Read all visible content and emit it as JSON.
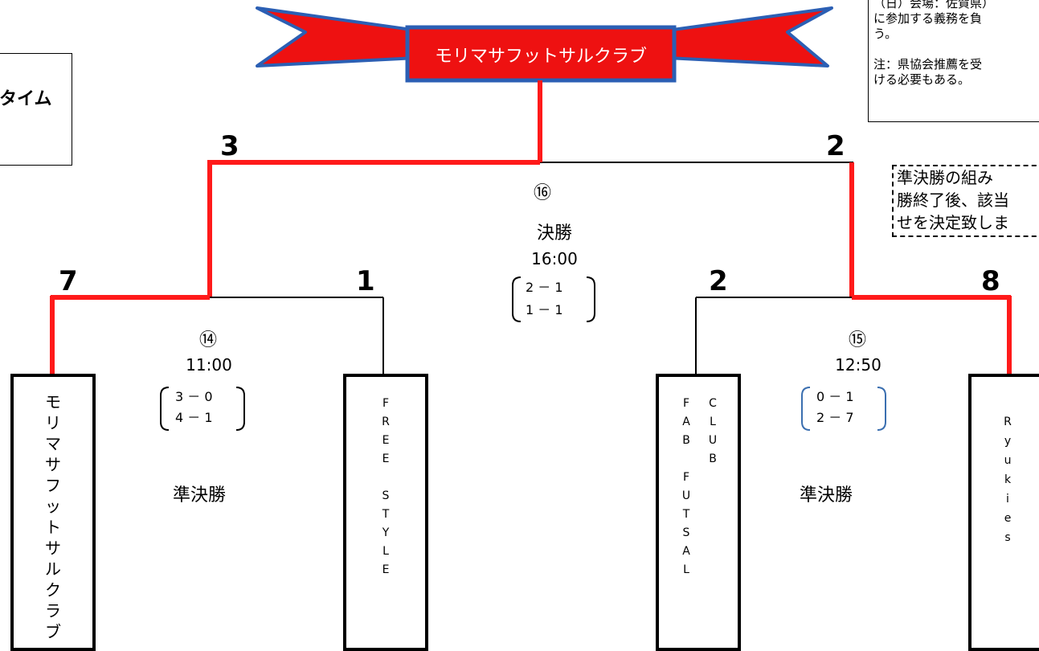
{
  "champion": {
    "label": "モリマサフットサルクラブ"
  },
  "left_box": {
    "text": "タイム"
  },
  "notes": {
    "line1": "（日）会場：佐賀県）",
    "line2": "に参加する義務を負",
    "line3": "う。",
    "line4": "注：県協会推薦を受",
    "line5": "ける必要もある。"
  },
  "dashed_note": {
    "line1": "準決勝の組み",
    "line2": "勝終了後、該当",
    "line3": "せを決定致しま"
  },
  "final": {
    "number": "⑯",
    "title": "決勝",
    "time": "16:00",
    "score_left": "3",
    "score_right": "2",
    "half1": "2 － 1",
    "half2": "1 － 1"
  },
  "semi_left": {
    "number": "⑭",
    "time": "11:00",
    "label": "準決勝",
    "score_left": "7",
    "score_right": "1",
    "half1": "3 － 0",
    "half2": "4 － 1"
  },
  "semi_right": {
    "number": "⑮",
    "time": "12:50",
    "label": "準決勝",
    "score_left": "2",
    "score_right": "8",
    "half1": "0 － 1",
    "half2": "2 － 7"
  },
  "teams": {
    "t1": [
      "モ",
      "リ",
      "マ",
      "サ",
      "フ",
      "ッ",
      "ト",
      "サ",
      "ル",
      "ク",
      "ラ",
      "ブ"
    ],
    "t2": [
      "F",
      "R",
      "E",
      "E",
      "",
      "S",
      "T",
      "Y",
      "L",
      "E"
    ],
    "t3_col1": [
      "F",
      "A",
      "B",
      "",
      "F",
      "U",
      "T",
      "S",
      "A",
      "L"
    ],
    "t3_col2": [
      "C",
      "L",
      "U",
      "B"
    ],
    "t4": [
      "R",
      "y",
      "u",
      "k",
      "i",
      "e",
      "s"
    ]
  },
  "colors": {
    "winner_line": "#ff1a1a",
    "banner_fill": "#ee1111",
    "banner_border": "#2b5fb4"
  }
}
